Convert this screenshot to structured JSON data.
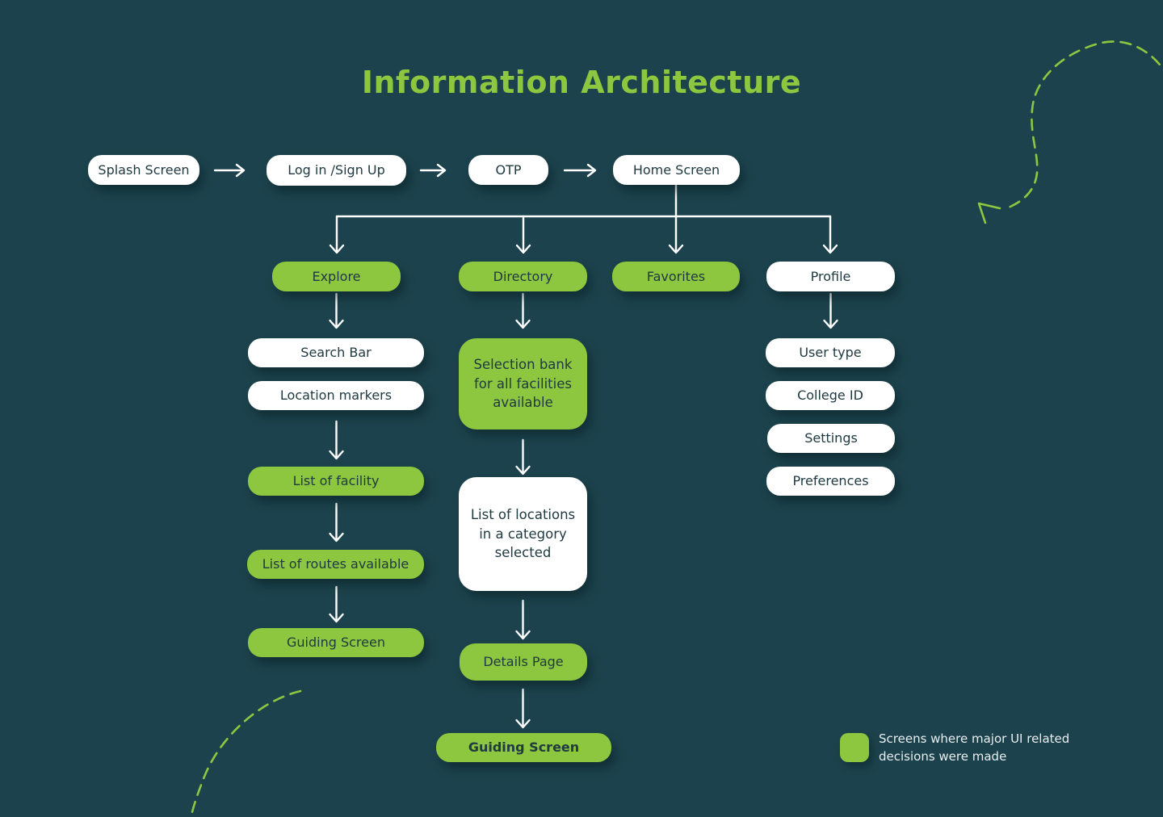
{
  "title": "Information Architecture",
  "colors": {
    "background": "#1c434d",
    "accent_green": "#8dc63f",
    "box_white": "#ffffff",
    "box_text": "#203a41",
    "arrow_white": "#ffffff"
  },
  "top_flow": {
    "splash": "Splash Screen",
    "login": "Log in /Sign Up",
    "otp": "OTP",
    "home": "Home Screen"
  },
  "level2": {
    "explore": "Explore",
    "directory": "Directory",
    "favorites": "Favorites",
    "profile": "Profile"
  },
  "explore_column": {
    "search_bar": "Search Bar",
    "location_markers": "Location markers",
    "list_facility": "List of facility",
    "list_routes": "List of routes available",
    "guiding": "Guiding Screen"
  },
  "directory_column": {
    "selection_bank": "Selection bank for all facilities available",
    "list_locations": "List of locations in a category selected",
    "details_page": "Details Page",
    "guiding": "Guiding Screen"
  },
  "profile_column": {
    "user_type": "User type",
    "college_id": "College ID",
    "settings": "Settings",
    "preferences": "Preferences"
  },
  "legend": {
    "text": "Screens where major UI related decisions were made"
  }
}
